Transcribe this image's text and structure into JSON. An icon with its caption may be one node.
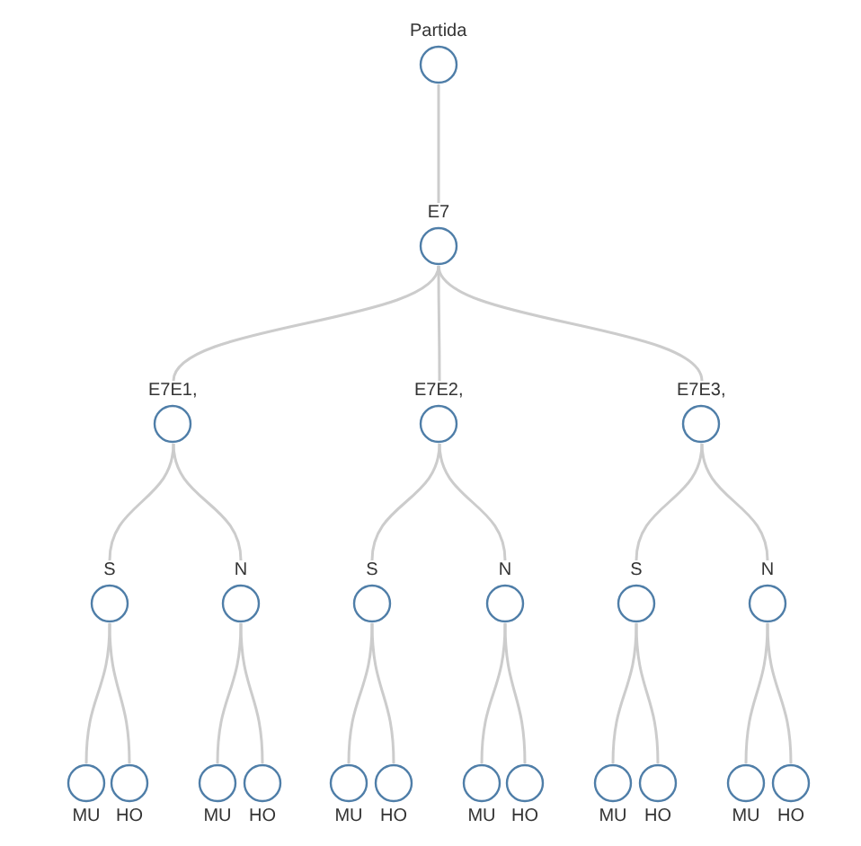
{
  "diagram": {
    "nodes": [
      {
        "text": [
          "Partida"
        ]
      },
      {
        "text": [
          "E7"
        ]
      },
      {
        "text": [
          "E7E1,"
        ]
      },
      {
        "text": [
          "E7E2,"
        ]
      },
      {
        "text": [
          "E7E3,"
        ]
      },
      {
        "text": [
          "S"
        ]
      },
      {
        "text": [
          "N"
        ]
      },
      {
        "text": [
          "S"
        ]
      },
      {
        "text": [
          "N"
        ]
      },
      {
        "text": [
          "S"
        ]
      },
      {
        "text": [
          "N"
        ]
      },
      {
        "text": [
          "MU"
        ]
      },
      {
        "text": [
          "HO"
        ]
      },
      {
        "text": [
          "MU"
        ]
      },
      {
        "text": [
          "HO"
        ]
      },
      {
        "text": [
          "MU"
        ]
      },
      {
        "text": [
          "HO"
        ]
      },
      {
        "text": [
          "MU"
        ]
      },
      {
        "text": [
          "HO"
        ]
      },
      {
        "text": [
          "MU"
        ]
      },
      {
        "text": [
          "HO"
        ]
      },
      {
        "text": [
          "MU"
        ]
      },
      {
        "text": [
          "HO"
        ]
      }
    ],
    "edges": [
      {
        "from": 0,
        "to": 1,
        "arrow": "none"
      },
      {
        "from": 1,
        "to": 2,
        "arrow": "none"
      },
      {
        "from": 1,
        "to": 3,
        "arrow": "none"
      },
      {
        "from": 1,
        "to": 4,
        "arrow": "none"
      },
      {
        "from": 2,
        "to": 5,
        "arrow": "none"
      },
      {
        "from": 2,
        "to": 6,
        "arrow": "none"
      },
      {
        "from": 3,
        "to": 7,
        "arrow": "none"
      },
      {
        "from": 3,
        "to": 8,
        "arrow": "none"
      },
      {
        "from": 4,
        "to": 9,
        "arrow": "none"
      },
      {
        "from": 4,
        "to": 10,
        "arrow": "none"
      },
      {
        "from": 5,
        "to": 11,
        "arrow": "none"
      },
      {
        "from": 5,
        "to": 12,
        "arrow": "none"
      },
      {
        "from": 6,
        "to": 13,
        "arrow": "none"
      },
      {
        "from": 6,
        "to": 14,
        "arrow": "none"
      },
      {
        "from": 7,
        "to": 15,
        "arrow": "none"
      },
      {
        "from": 7,
        "to": 16,
        "arrow": "none"
      },
      {
        "from": 8,
        "to": 17,
        "arrow": "none"
      },
      {
        "from": 8,
        "to": 18,
        "arrow": "none"
      },
      {
        "from": 9,
        "to": 19,
        "arrow": "none"
      },
      {
        "from": 9,
        "to": 20,
        "arrow": "none"
      },
      {
        "from": 10,
        "to": 21,
        "arrow": "none"
      },
      {
        "from": 10,
        "to": 22,
        "arrow": "none"
      }
    ]
  }
}
